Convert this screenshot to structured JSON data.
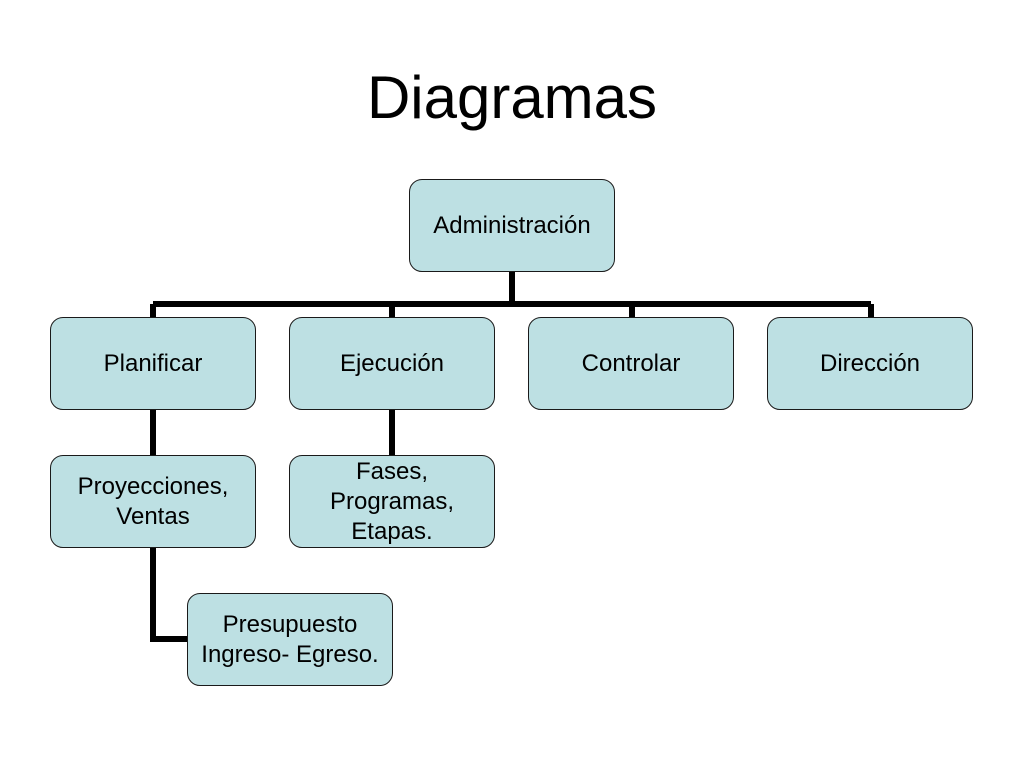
{
  "slide": {
    "title": "Diagramas"
  },
  "colors": {
    "node_fill": "#bde0e3",
    "node_border": "#1a1a1a",
    "connector": "#000000"
  },
  "org_chart": {
    "root": {
      "label": "Administración"
    },
    "branches": [
      {
        "label": "Planificar",
        "children": [
          {
            "label": "Proyecciones,\nVentas",
            "children": [
              {
                "label": "Presupuesto\nIngreso- Egreso."
              }
            ]
          }
        ]
      },
      {
        "label": "Ejecución",
        "children": [
          {
            "label": "Fases,\nProgramas,\nEtapas."
          }
        ]
      },
      {
        "label": "Controlar"
      },
      {
        "label": "Dirección"
      }
    ]
  }
}
